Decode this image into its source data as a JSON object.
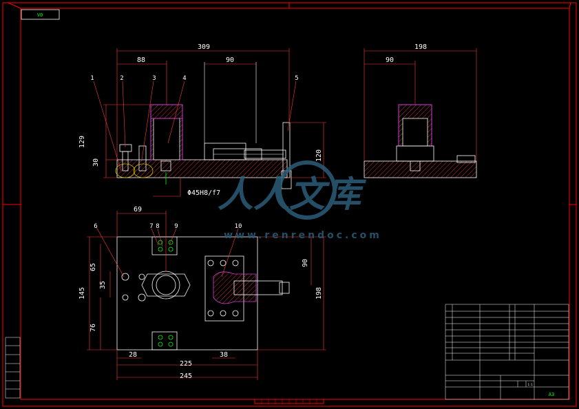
{
  "sheet_tag": "V0",
  "colors": {
    "background": "#000000",
    "frame": "#ff0000",
    "outline": "#ffffff",
    "hatch": "#ff3b3b",
    "bushing": "#d040d0",
    "hole_marks": "#00ff00",
    "watermark": "#2b5d7a"
  },
  "front_view": {
    "dim_overall_width": "309",
    "dim_left": "88",
    "dim_top_right": "90",
    "dim_height_total": "129",
    "dim_height_base": "30",
    "dim_right_height": "120",
    "fit_label": "Φ45H8/f7",
    "callouts": [
      "1",
      "2",
      "3",
      "4",
      "5"
    ]
  },
  "side_view": {
    "dim_width": "198",
    "dim_inner": "90"
  },
  "top_view": {
    "dim_69": "69",
    "dim_65": "65",
    "dim_35": "35",
    "dim_145": "145",
    "dim_76": "76",
    "dim_28": "28",
    "dim_38": "38",
    "dim_225": "225",
    "dim_245": "245",
    "dim_90": "90",
    "dim_198": "198",
    "callouts": [
      "6",
      "7",
      "8",
      "9",
      "10"
    ]
  },
  "watermark": {
    "chars": "人人文库",
    "url": "www.renrendoc.com"
  },
  "title_block": {
    "scale_value": "1:1",
    "sheet_size": "A3"
  }
}
